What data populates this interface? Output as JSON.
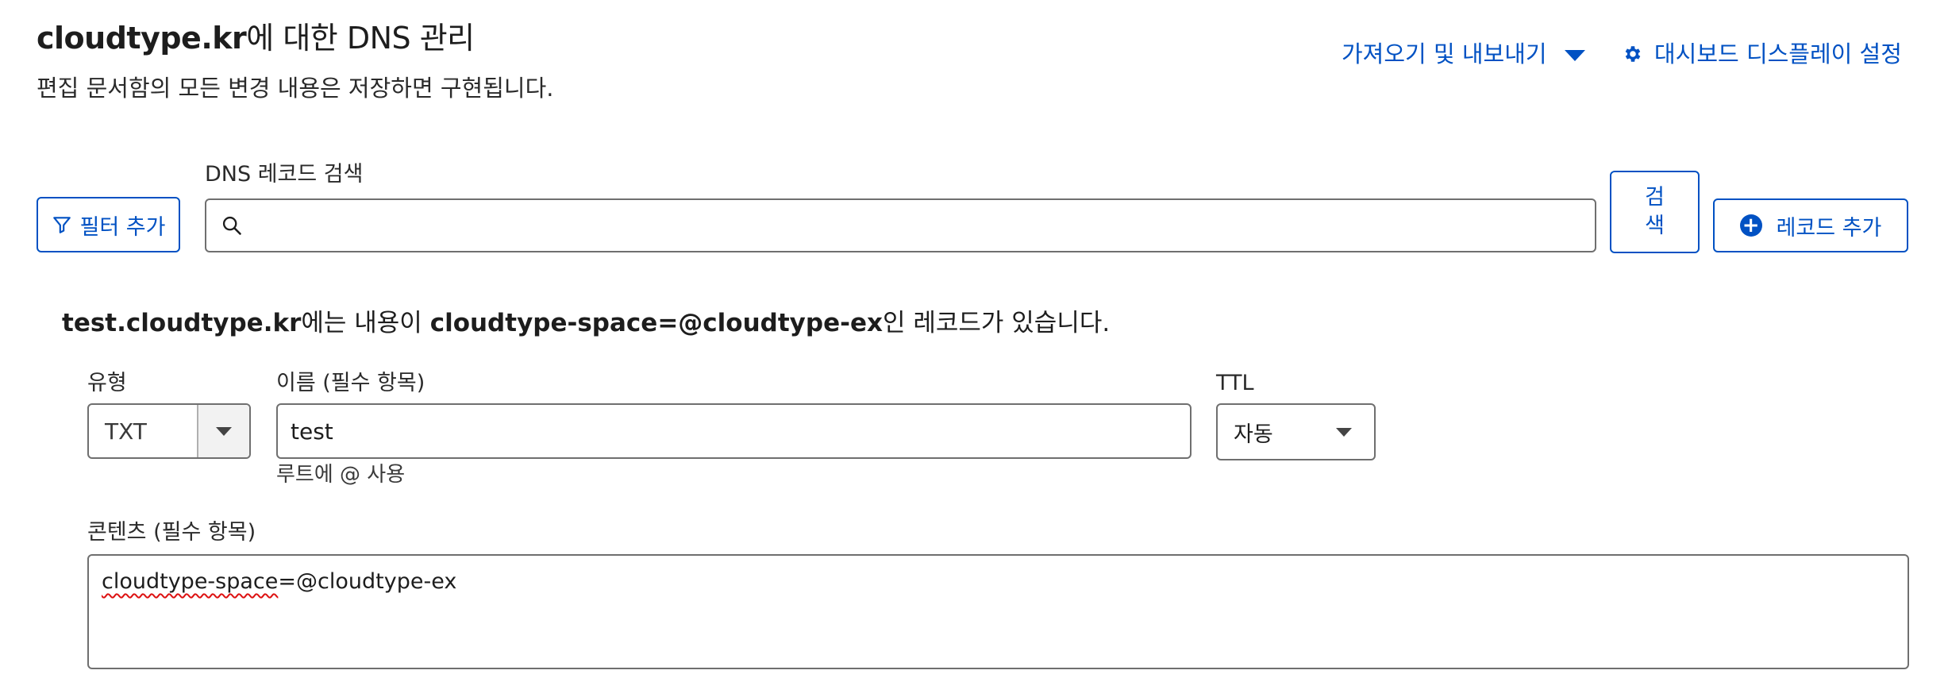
{
  "header": {
    "title_domain": "cloudtype.kr",
    "title_suffix": "에 대한 DNS 관리",
    "subtitle": "편집 문서함의 모든 변경 내용은 저장하면 구현됩니다.",
    "import_export_label": "가져오기 및 내보내기",
    "dashboard_settings_label": "대시보드 디스플레이 설정"
  },
  "toolbar": {
    "filter_button_label": "필터 추가",
    "search_label": "DNS 레코드 검색",
    "search_value": "",
    "search_button_line1": "검",
    "search_button_line2": "색",
    "add_record_label": "레코드 추가"
  },
  "record": {
    "desc_name": "test.cloudtype.kr",
    "desc_mid": "에는 내용이 ",
    "desc_content": "cloudtype-space=@cloudtype-ex",
    "desc_tail": "인 레코드가 있습니다.",
    "type_label": "유형",
    "type_value": "TXT",
    "name_label": "이름 (필수 항목)",
    "name_value": "test",
    "name_hint": "루트에 @ 사용",
    "ttl_label": "TTL",
    "ttl_value": "자동",
    "content_label": "콘텐츠 (필수 항목)",
    "content_value_underlined": "cloudtype-space",
    "content_value_rest": "=@cloudtype-ex"
  },
  "icons": {
    "filter": "funnel-icon",
    "search": "magnifier-icon",
    "settings": "gear-icon",
    "add": "plus-circle-icon",
    "dropdown": "triangle-down-icon"
  },
  "colors": {
    "accent": "#0051c3",
    "border": "#6f6f6f",
    "text": "#1d1d1d"
  }
}
